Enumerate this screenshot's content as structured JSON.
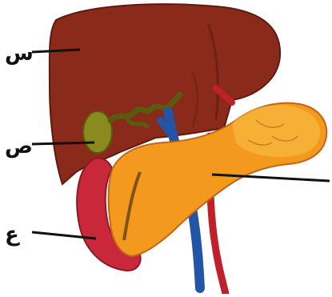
{
  "labels": {
    "sin": "س",
    "sad": "ص",
    "ain": "ع"
  },
  "colors": {
    "liver": "#8a2a1a",
    "liver_dark": "#5e1a10",
    "gallbladder": "#8a8a1e",
    "duodenum": "#c8283a",
    "pancreas": "#f39a1e",
    "pancreas_light": "#f7c24a",
    "vein": "#2255a5",
    "artery": "#c0202a",
    "leader_line": "#111111"
  }
}
